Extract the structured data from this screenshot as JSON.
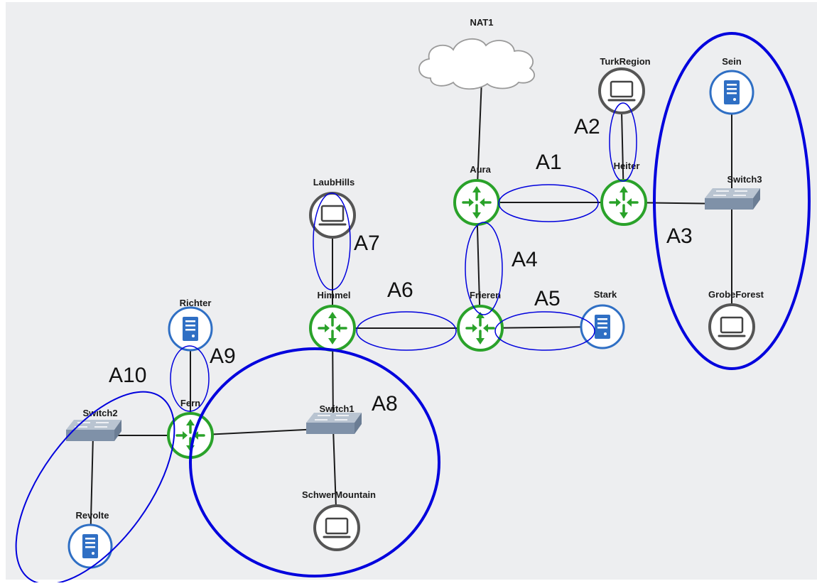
{
  "nodes": {
    "nat1": "NAT1",
    "turkregion": "TurkRegion",
    "sein": "Sein",
    "aura": "Aura",
    "heiter": "Heiter",
    "switch3": "Switch3",
    "laubhills": "LaubHills",
    "himmel": "Himmel",
    "frieren": "Frieren",
    "stark": "Stark",
    "grobeforest": "GrobeForest",
    "richter": "Richter",
    "fern": "Fern",
    "switch1": "Switch1",
    "switch2": "Switch2",
    "schwermountain": "SchwerMountain",
    "revolte": "Revolte"
  },
  "areas": {
    "a1": "A1",
    "a2": "A2",
    "a3": "A3",
    "a4": "A4",
    "a5": "A5",
    "a6": "A6",
    "a7": "A7",
    "a8": "A8",
    "a9": "A9",
    "a10": "A10"
  },
  "colors": {
    "canvas": "#edeef0",
    "router": "#2aa22a",
    "server": "#2f6fc4",
    "pc_ring": "#555555",
    "switch": "#8a9cb2",
    "area_outline": "#0000dd",
    "link": "#1a1a1a"
  }
}
